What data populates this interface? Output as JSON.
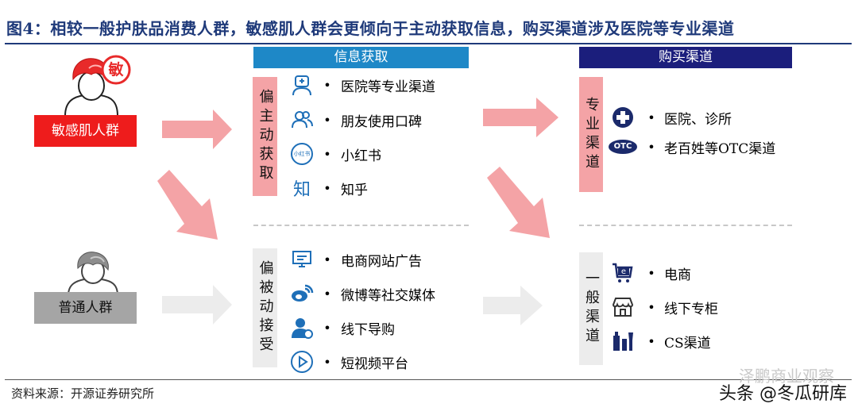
{
  "title": "图4：相较一般护肤品消费人群，敏感肌人群会更倾向于主动获取信息，购买渠道涉及医院等专业渠道",
  "source": "资料来源：开源证券研究所",
  "colors": {
    "sensitive": "#ee1c1c",
    "pink": "#f4a3a6",
    "info_head": "#1e88c7",
    "buy_head": "#1b1e7c",
    "gray": "#ececec"
  },
  "groups": {
    "sensitive": {
      "label": "敏感肌人群",
      "badge": "敏"
    },
    "normal": {
      "label": "普通人群"
    }
  },
  "info": {
    "header": "信息获取",
    "active": {
      "label": "偏主动获取",
      "items": [
        {
          "icon": "doctor-icon",
          "text": "医院等专业渠道"
        },
        {
          "icon": "friends-icon",
          "text": "朋友使用口碑"
        },
        {
          "icon": "xiaohongshu-icon",
          "text": "小红书",
          "badge": "小红书"
        },
        {
          "icon": "zhihu-icon",
          "text": "知乎",
          "badge": "知"
        }
      ]
    },
    "passive": {
      "label": "偏被动接受",
      "items": [
        {
          "icon": "web-ad-icon",
          "text": "电商网站广告"
        },
        {
          "icon": "weibo-icon",
          "text": "微博等社交媒体"
        },
        {
          "icon": "shopping-guide-icon",
          "text": "线下导购"
        },
        {
          "icon": "play-icon",
          "text": "短视频平台"
        }
      ]
    }
  },
  "buy": {
    "header": "购买渠道",
    "professional": {
      "label": "专业渠道",
      "items": [
        {
          "icon": "medical-cross-icon",
          "text": "医院、诊所"
        },
        {
          "icon": "otc-icon",
          "text": "老百姓等OTC渠道",
          "badge": "OTC"
        }
      ]
    },
    "general": {
      "label": "一般渠道",
      "items": [
        {
          "icon": "ecommerce-icon",
          "text": "电商"
        },
        {
          "icon": "store-icon",
          "text": "线下专柜"
        },
        {
          "icon": "cs-icon",
          "text": "CS渠道"
        }
      ]
    }
  },
  "watermark": "头条 @冬瓜研库",
  "watermark_faded": "泽鹏商业观察"
}
